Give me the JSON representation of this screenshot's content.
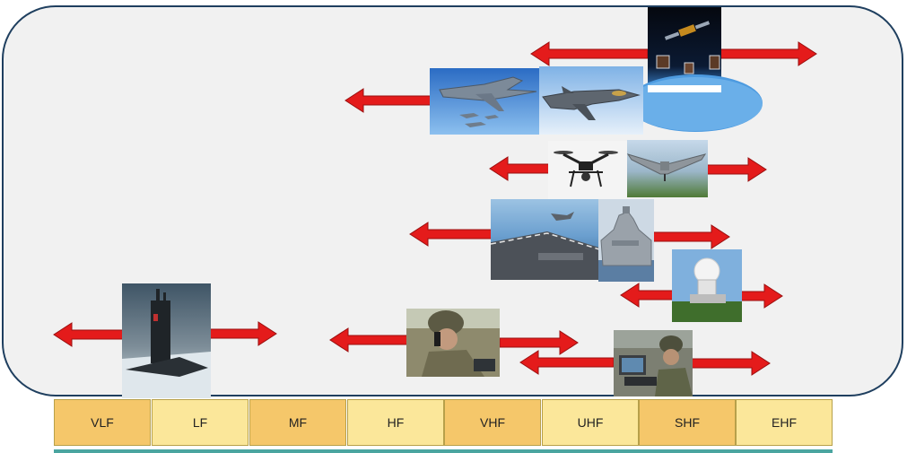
{
  "title": "",
  "frequency_bands": [
    "VLF",
    "LF",
    "MF",
    "HF",
    "VHF",
    "UHF",
    "SHF",
    "EHF"
  ],
  "colors": {
    "panel_background": "#f1f1f1",
    "panel_border": "#1f3f5f",
    "arrow": "#e41b1b",
    "band_orange": "#f5c76a",
    "band_yellow": "#fbe79a",
    "band_strip": "#4aa5a0"
  },
  "platforms": [
    {
      "id": "satellite",
      "icon": "satellite-photo"
    },
    {
      "id": "fighter-jet-formation",
      "icon": "fighter-jet-photo"
    },
    {
      "id": "stealth-fighter",
      "icon": "stealth-fighter-photo"
    },
    {
      "id": "quadcopter-drone",
      "icon": "quadcopter-photo"
    },
    {
      "id": "fixed-wing-drone",
      "icon": "uav-photo"
    },
    {
      "id": "aircraft-carrier",
      "icon": "carrier-photo"
    },
    {
      "id": "destroyer",
      "icon": "warship-photo"
    },
    {
      "id": "radar-station",
      "icon": "radar-dome-photo"
    },
    {
      "id": "submarine",
      "icon": "submarine-photo"
    },
    {
      "id": "soldier-radio",
      "icon": "soldier-phone-photo"
    },
    {
      "id": "soldier-terminal",
      "icon": "soldier-laptop-photo"
    }
  ]
}
